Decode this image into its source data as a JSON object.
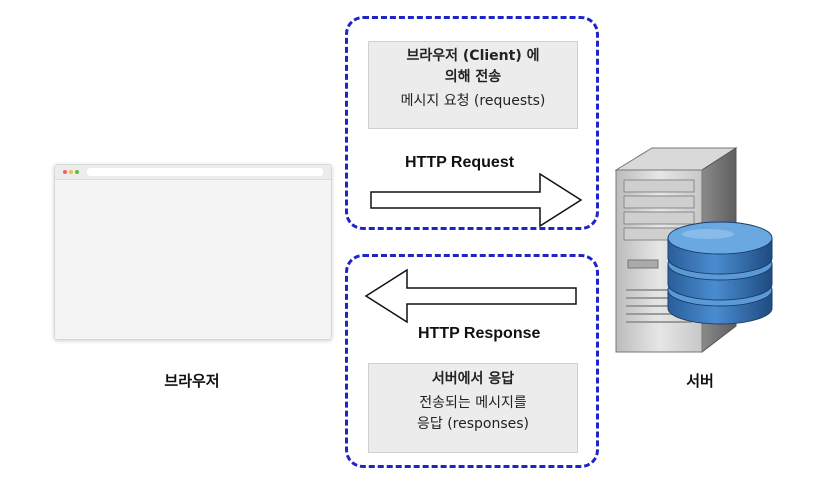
{
  "browser": {
    "label": "브라우저"
  },
  "server": {
    "label": "서버"
  },
  "request": {
    "title": "브라우저 (Client) 에 의해 전송",
    "title_line1": "브라우저 (Client) 에",
    "title_line2": "의해 전송",
    "desc": "메시지 요청 (requests)",
    "arrow_label": "HTTP Request"
  },
  "response": {
    "title": "서버에서 응답",
    "desc_line1": "전송되는 메시지를",
    "desc_line2": "응답 (responses)",
    "arrow_label": "HTTP Response"
  },
  "colors": {
    "dashed_border": "#1d25c9",
    "box_fill": "#ececec",
    "db_blue": "#2f6db0"
  },
  "icons": {
    "browser": "browser-window-icon",
    "server": "server-tower-icon",
    "database": "database-cylinder-icon",
    "request_arrow": "arrow-right-icon",
    "response_arrow": "arrow-left-icon"
  }
}
